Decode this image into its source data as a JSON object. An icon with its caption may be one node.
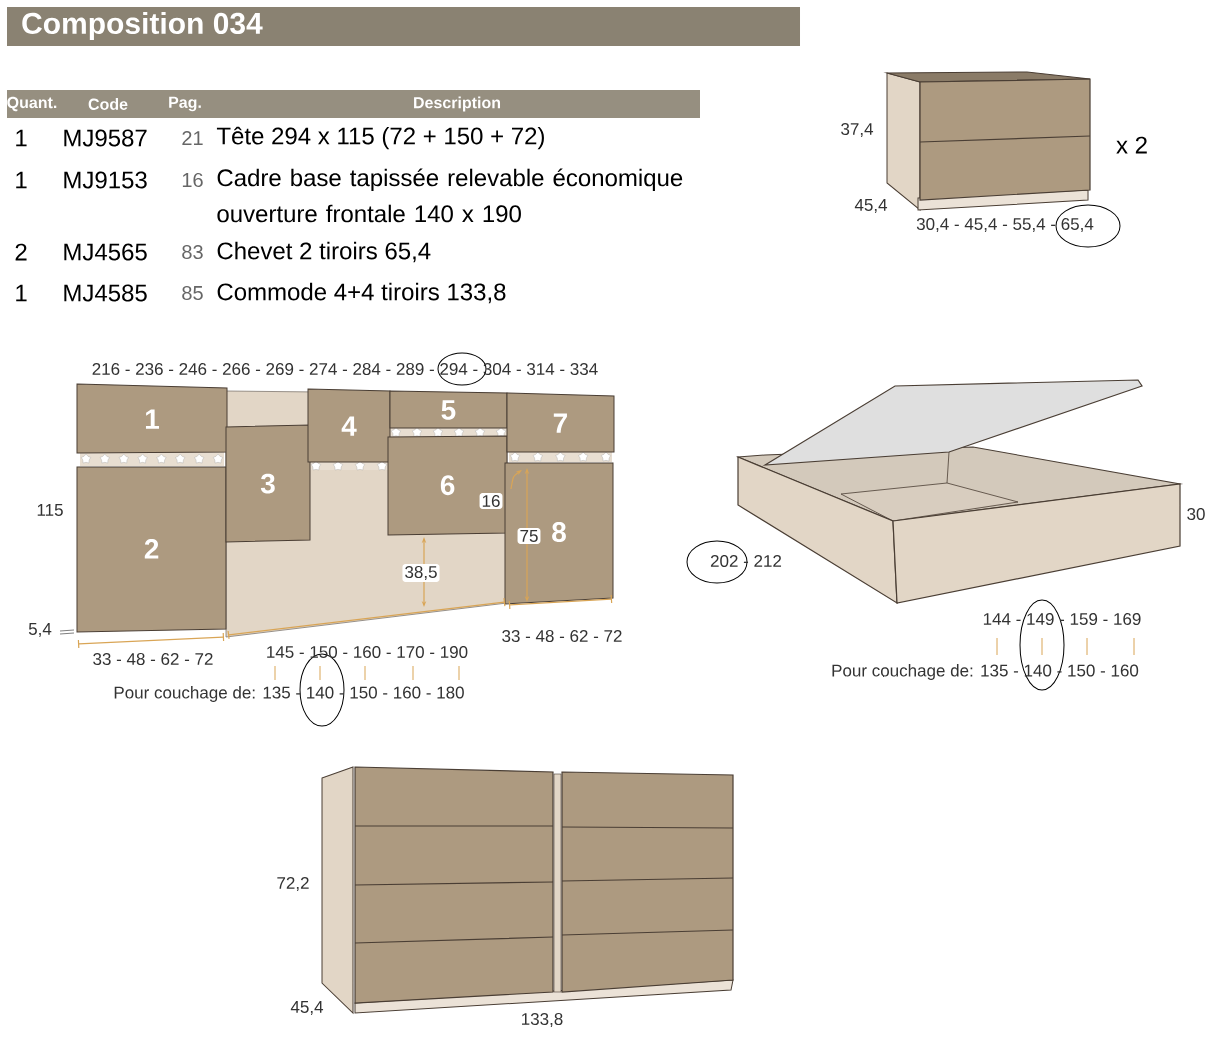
{
  "diagram": {
    "title": "Composition 034",
    "nodes": [
      {
        "text": [
          "1"
        ]
      },
      {
        "text": [
          "2"
        ]
      },
      {
        "text": [
          "3"
        ]
      },
      {
        "text": [
          "4"
        ]
      },
      {
        "text": [
          "5"
        ]
      },
      {
        "text": [
          "6"
        ]
      },
      {
        "text": [
          "7"
        ]
      },
      {
        "text": [
          "8"
        ]
      }
    ],
    "labels": [
      "Quant.",
      "Code",
      "Pag.",
      "Description",
      "1",
      "MJ9587",
      "21",
      "Tête 294 x 115 (72 + 150 + 72)",
      "1",
      "MJ9153",
      "16",
      "Cadre base tapissée relevable économique ouverture frontale 140 x 190",
      "2",
      "MJ4565",
      "83",
      "Chevet 2 tiroirs 65,4",
      "1",
      "MJ4585",
      "85",
      "Commode 4+4 tiroirs 133,8",
      "37,4",
      "x 2",
      "45,4",
      "30,4 - 45,4 - 55,4 - 65,4",
      "216 - 236 - 246 - 266 - 269 - 274 - 284 - 289 - 294 - 304 - 314 - 334",
      "115",
      "16",
      "75",
      "38,5",
      "5,4",
      "33 - 48 - 62 - 72",
      "145 - 150 - 160 - 170 - 190",
      "33 - 48 - 62 - 72",
      "Pour couchage de: 135 - 140 - 150 - 160 - 180",
      "30",
      "202 - 212",
      "144 - 149 - 159 - 169",
      "Pour couchage de: 135 - 140 - 150 - 160",
      "72,2",
      "45,4",
      "133,8"
    ]
  }
}
